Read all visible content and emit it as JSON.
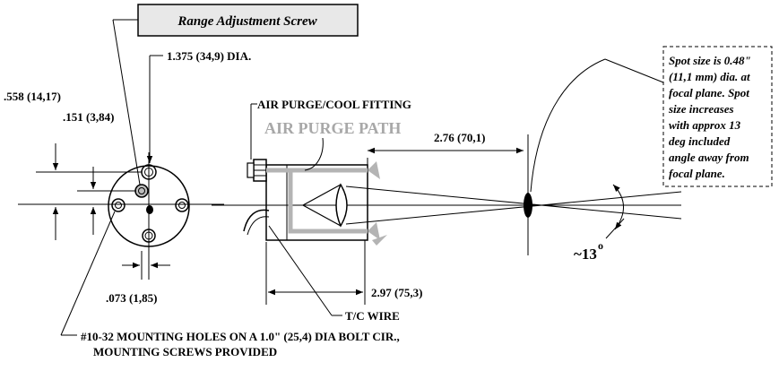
{
  "labels": {
    "range_adjustment_screw": "Range Adjustment Screw",
    "diameter": "1.375 (34,9) DIA.",
    "air_purge_fitting": "AIR PURGE/COOL FITTING",
    "air_purge_path": "AIR PURGE PATH",
    "dim_558": ".558 (14,17)",
    "dim_151": ".151 (3,84)",
    "dim_276": "2.76 (70,1)",
    "dim_297": "2.97 (75,3)",
    "dim_073": ".073 (1,85)",
    "tc_wire": "T/C WIRE",
    "angle": "~13",
    "angle_sup": "o",
    "mounting_line1": "#10-32 MOUNTING HOLES ON A 1.0\" (25,4) DIA BOLT CIR.,",
    "mounting_line2": "MOUNTING SCREWS PROVIDED"
  },
  "spot_note": [
    "Spot size is 0.48\"",
    "(11,1 mm) dia. at",
    "focal plane.  Spot",
    "size increases",
    "with approx 13",
    "deg included",
    "angle away from",
    "focal plane."
  ],
  "colors": {
    "ink": "#000000",
    "purge_path": "#b4b4b4",
    "purge_label": "#a8a8a8",
    "callout_fill": "#e8e8e8"
  }
}
